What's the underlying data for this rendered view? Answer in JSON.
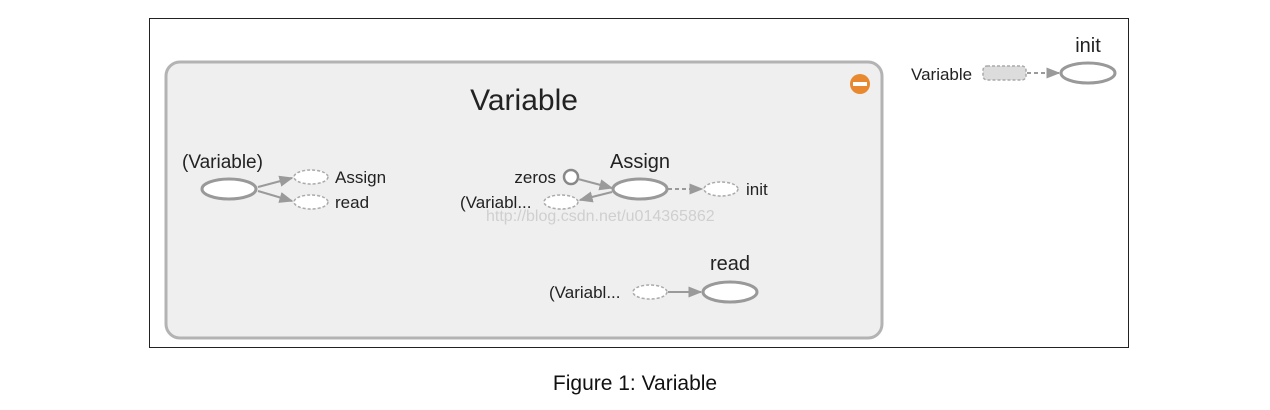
{
  "graph": {
    "container": {
      "title": "Variable",
      "collapse_color": "#e8892f",
      "fill": "#efefef",
      "border": "#b3b3b3"
    },
    "variable_group": {
      "node_label": "(Variable)",
      "assign_label": "Assign",
      "read_label": "read"
    },
    "assign_group": {
      "title": "Assign",
      "zeros_label": "zeros",
      "variable_input_label": "(Variabl...",
      "init_label": "init"
    },
    "read_group": {
      "title": "read",
      "variable_input_label": "(Variabl..."
    },
    "outside_init": {
      "title": "init",
      "variable_label": "Variable"
    },
    "watermark": "http://blog.csdn.net/u014365862"
  },
  "caption": "Figure 1: Variable"
}
